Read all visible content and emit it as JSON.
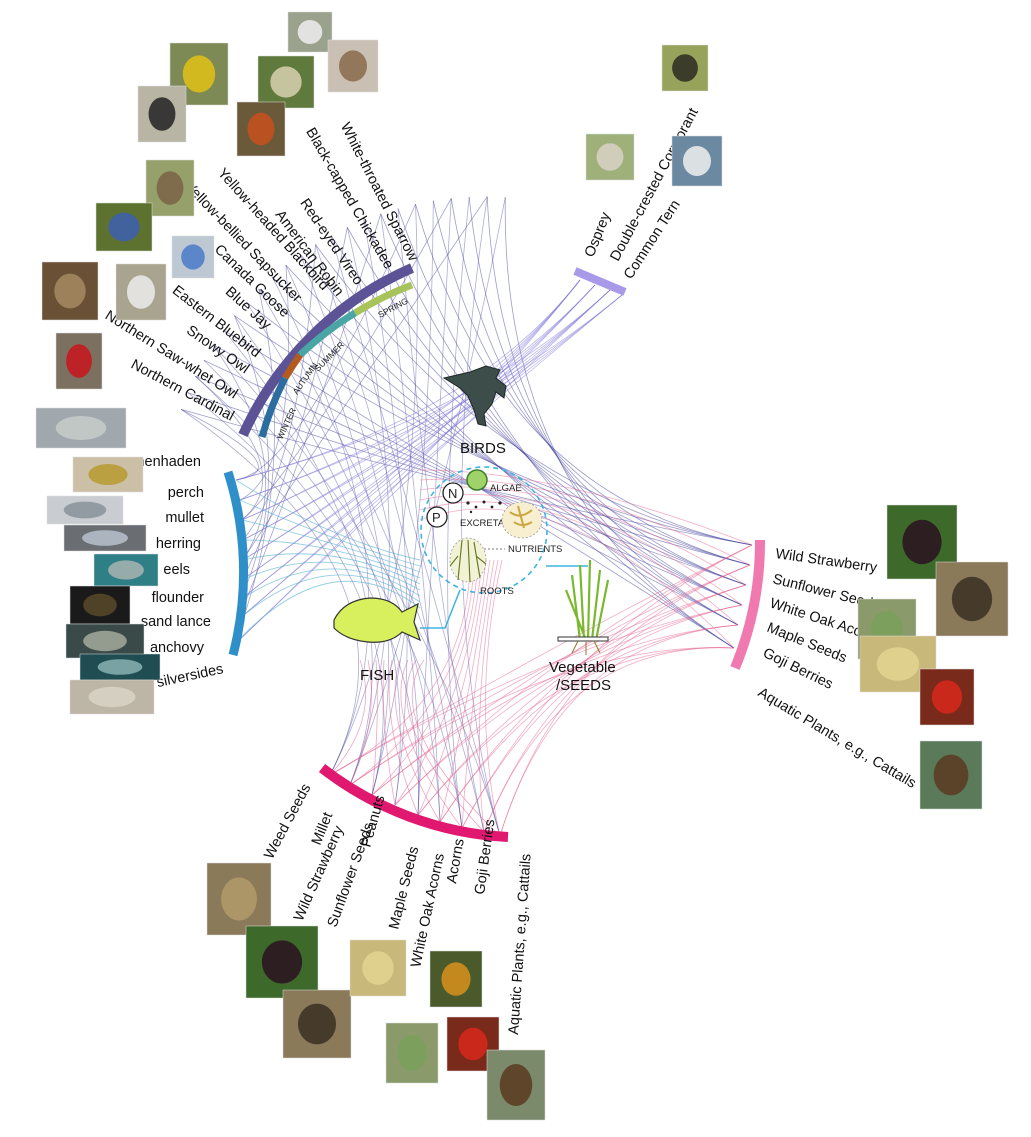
{
  "center": {
    "algae": "ALGAE",
    "excreta": "EXCRETA",
    "nutrients": "NUTRIENTS",
    "roots": "ROOTS",
    "n_symbol": "N",
    "p_symbol": "P"
  },
  "groups": {
    "birds": "BIRDS",
    "fish": "FISH",
    "vegetable": "Vegetable",
    "seeds": "/SEEDS"
  },
  "seasons": [
    "WINTER",
    "AUTUMN",
    "SUMMER",
    "SPRING"
  ],
  "colors": {
    "birds_arc": "#5c5396",
    "water_birds_arc": "#a89ae8",
    "fish_arc": "#2f8fc9",
    "plants_arc": "#f07ab0",
    "seeds_arc": "#e0186f",
    "spring": "#a7c35a",
    "summer": "#4aa6a4",
    "autumn": "#b35a20",
    "winter": "#2b6d9e",
    "bird_links": "#4b49a0",
    "fish_links": "#4eaecf",
    "plant_links": "#e65b8c"
  },
  "land_birds": [
    "White-throated Sparrow",
    "Black-capped Chickadee",
    "Red-eyed Vireo",
    "American Robin",
    "Yellow-headed Blackbird",
    "Yellow-bellied Sapsucker",
    "Canada Goose",
    "Blue Jay",
    "Eastern Bluebird",
    "Snowy Owl",
    "Northern Saw-whet Owl",
    "Northern Cardinal"
  ],
  "water_birds": [
    "Osprey",
    "Double-crested Cormorant",
    "Common Tern"
  ],
  "fish": [
    "menhaden",
    "perch",
    "mullet",
    "herring",
    "eels",
    "flounder",
    "sand lance",
    "anchovy",
    "silversides"
  ],
  "plants": [
    "Wild Strawberry",
    "Sunflower Seeds",
    "White Oak Acorns",
    "Maple Seeds",
    "Goji Berries",
    "Aquatic Plants, e.g., Cattails"
  ],
  "seeds": [
    "Weed Seeds",
    "Millet",
    "Wild Strawberry",
    "Sunflower Seeds",
    "Peanuts",
    "Maple Seeds",
    "White Oak Acorns",
    "Acorns",
    "Goji Berries",
    "Aquatic Plants, e.g., Cattails"
  ]
}
